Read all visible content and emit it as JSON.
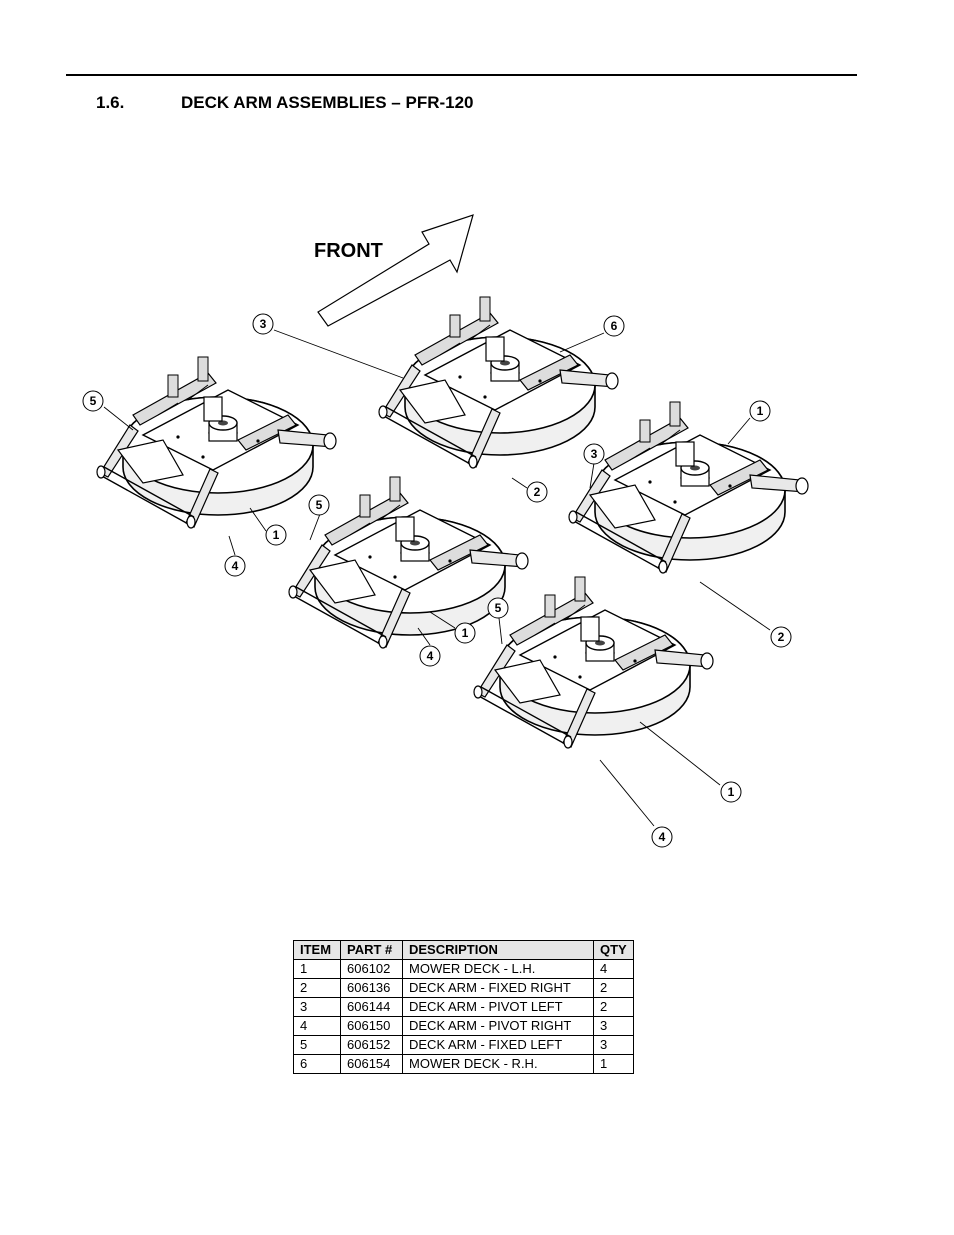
{
  "section": {
    "number": "1.6.",
    "title": "DECK ARM ASSEMBLIES – PFR-120"
  },
  "diagram": {
    "direction_label": "FRONT",
    "callouts": [
      "3",
      "6",
      "5",
      "1",
      "3",
      "2",
      "5",
      "1",
      "4",
      "1",
      "4",
      "5",
      "2",
      "1",
      "4"
    ]
  },
  "parts_table": {
    "headers": [
      "ITEM",
      "PART #",
      "DESCRIPTION",
      "QTY"
    ],
    "rows": [
      [
        "1",
        "606102",
        "MOWER DECK - L.H.",
        "4"
      ],
      [
        "2",
        "606136",
        "DECK ARM - FIXED RIGHT",
        "2"
      ],
      [
        "3",
        "606144",
        "DECK ARM - PIVOT LEFT",
        "2"
      ],
      [
        "4",
        "606150",
        "DECK ARM - PIVOT RIGHT",
        "3"
      ],
      [
        "5",
        "606152",
        "DECK ARM - FIXED LEFT",
        "3"
      ],
      [
        "6",
        "606154",
        "MOWER DECK - R.H.",
        "1"
      ]
    ]
  }
}
